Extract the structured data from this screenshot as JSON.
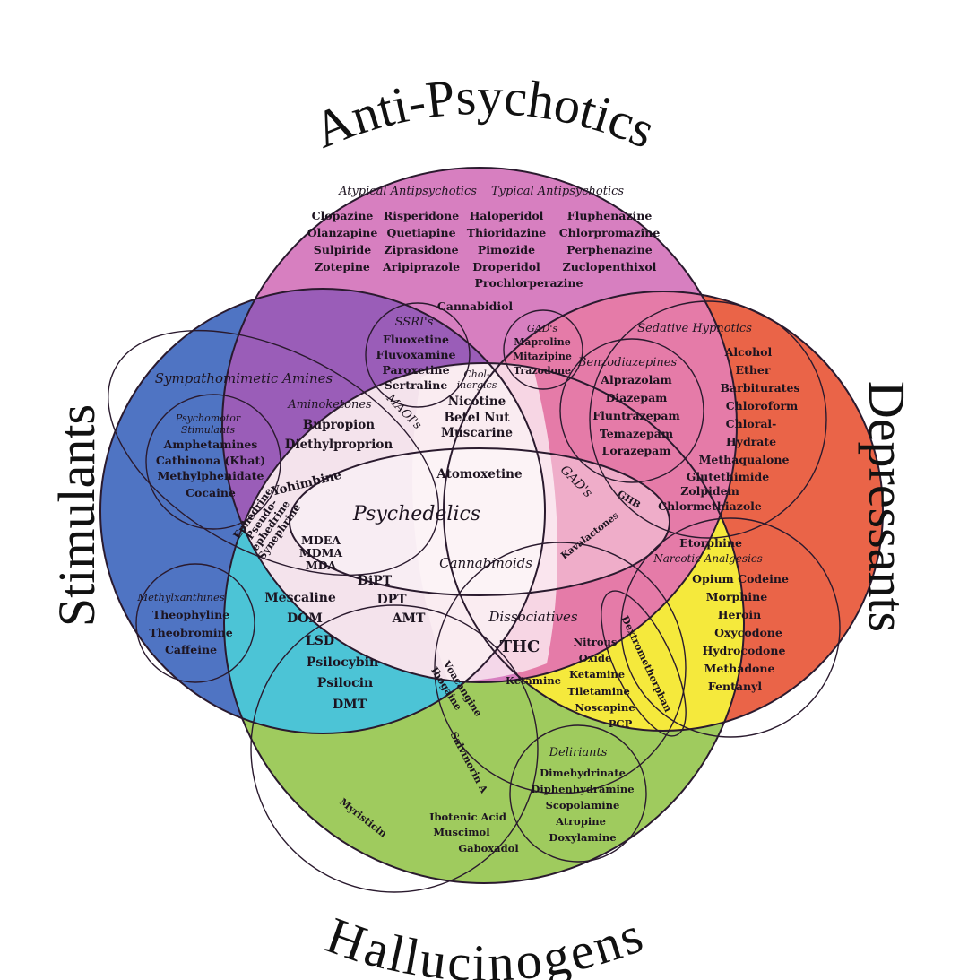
{
  "titles": {
    "anti_psychotics": "Anti-Psychotics",
    "stimulants": "Stimulants",
    "depressants": "Depressants",
    "hallucinogens": "Hallucinogens"
  },
  "colors": {
    "anti_psychotics": "#d77fc0",
    "stimulants": "#4f74c3",
    "depressants": "#ea6448",
    "hallucinogens": "#9fcb5e",
    "anti_stim": "#9a5db8",
    "anti_depr": "#e57ba8",
    "halluc_stim": "#4cc4d6",
    "halluc_depr": "#f5e93c",
    "center": "#f6e6ee"
  },
  "atypical": {
    "label": "Atypical Antipsychotics",
    "col1": [
      "Clopazine",
      "Olanzapine",
      "Sulpiride",
      "Zotepine"
    ],
    "col2": [
      "Risperidone",
      "Quetiapine",
      "Ziprasidone",
      "Aripiprazole"
    ]
  },
  "typical": {
    "label": "Typical Antipsychotics",
    "col1": [
      "Haloperidol",
      "Thioridazine",
      "Pimozide",
      "Droperidol"
    ],
    "col2": [
      "Fluphenazine",
      "Chlorpromazine",
      "Perphenazine",
      "Zuclopenthixol"
    ],
    "extra": "Prochlorperazine"
  },
  "cannabidiol": "Cannabidiol",
  "ssri": {
    "label": "SSRI's",
    "items": [
      "Fluoxetine",
      "Fluvoxamine",
      "Paroxetine",
      "Sertraline"
    ]
  },
  "gad_top": {
    "label": "GAD's",
    "items": [
      "Maproline",
      "Mitazipine",
      "Trazodone"
    ]
  },
  "sedative_label": "Sedative Hypnotics",
  "benzo": {
    "label": "Benzodiazepines",
    "items": [
      "Alprazolam",
      "Diazepam",
      "Fluntrazepam",
      "Temazepam",
      "Lorazepam"
    ]
  },
  "depressants_list": [
    "Alcohol",
    "Ether",
    "Barbiturates",
    "Chloroform",
    "Chloral-",
    "Hydrate",
    "Methaqualone",
    "Glutethimide",
    "Zolpidem",
    "Chlormethiazole"
  ],
  "sympathomimetic_label": "Sympathomimetic Amines",
  "aminoketones": {
    "label": "Aminoketones",
    "items": [
      "Bupropion",
      "Diethylproprion"
    ]
  },
  "maois": "MAOI's",
  "cholinergics": {
    "label1": "Chol-",
    "label2": "inergics",
    "items": [
      "Nicotine",
      "Betel Nut",
      "Muscarine"
    ]
  },
  "psychomotor": {
    "label1": "Psychomotor",
    "label2": "Stimulants",
    "items": [
      "Amphetamines",
      "Cathinona (Khat)",
      "Methylphenidate",
      "Cocaine"
    ]
  },
  "yohimbine": "Yohimbine",
  "ephedrine": [
    "Ephedrine",
    "Pseudo-",
    "ephedrine",
    "Synephrine"
  ],
  "atomoxetine": "Atomoxetine",
  "gad_mid": "GAD's",
  "ghb": "GHB",
  "kavalactones": "Kavalactones",
  "psychedelics": "Psychedelics",
  "cannabinoids": "Cannabinoids",
  "mdma_group": [
    "MDEA",
    "MDMA",
    "MDA"
  ],
  "tryptamines": [
    "DiPT",
    "DPT",
    "AMT"
  ],
  "psychedelic_list": [
    "Mescaline",
    "DOM",
    "LSD",
    "Psilocybin",
    "Psilocin",
    "DMT"
  ],
  "methylxanthines": {
    "label": "Methylxanthines",
    "items": [
      "Theophyline",
      "Theobromine",
      "Caffeine"
    ]
  },
  "etorphine": "Etorphine",
  "narcotic": {
    "label": "Narcotic Analgesics",
    "items": [
      "Opium Codeine",
      "Morphine",
      "Heroin",
      "Oxycodone",
      "Hydrocodone",
      "Methadone",
      "Fentanyl"
    ]
  },
  "dissociatives": {
    "label": "Dissociatives",
    "thc": "THC",
    "ketamine": "Ketamine",
    "items": [
      "Nitrous",
      "Oxide",
      "Ketamine",
      "Tiletamine",
      "Noscapine",
      "PCP"
    ],
    "dxm": "Dextromethorphan"
  },
  "voacangine": "Voacangine",
  "ibogaine": "Ibogaine",
  "salvinorin": "Salvinorin A",
  "myristicin": "Myristicin",
  "mushroom": [
    "Ibotenic Acid",
    "Muscimol",
    "Gaboxadol"
  ],
  "deliriants": {
    "label": "Deliriants",
    "items": [
      "Dimehydrinate",
      "Diphenhydramine",
      "Scopolamine",
      "Atropine",
      "Doxylamine"
    ]
  }
}
